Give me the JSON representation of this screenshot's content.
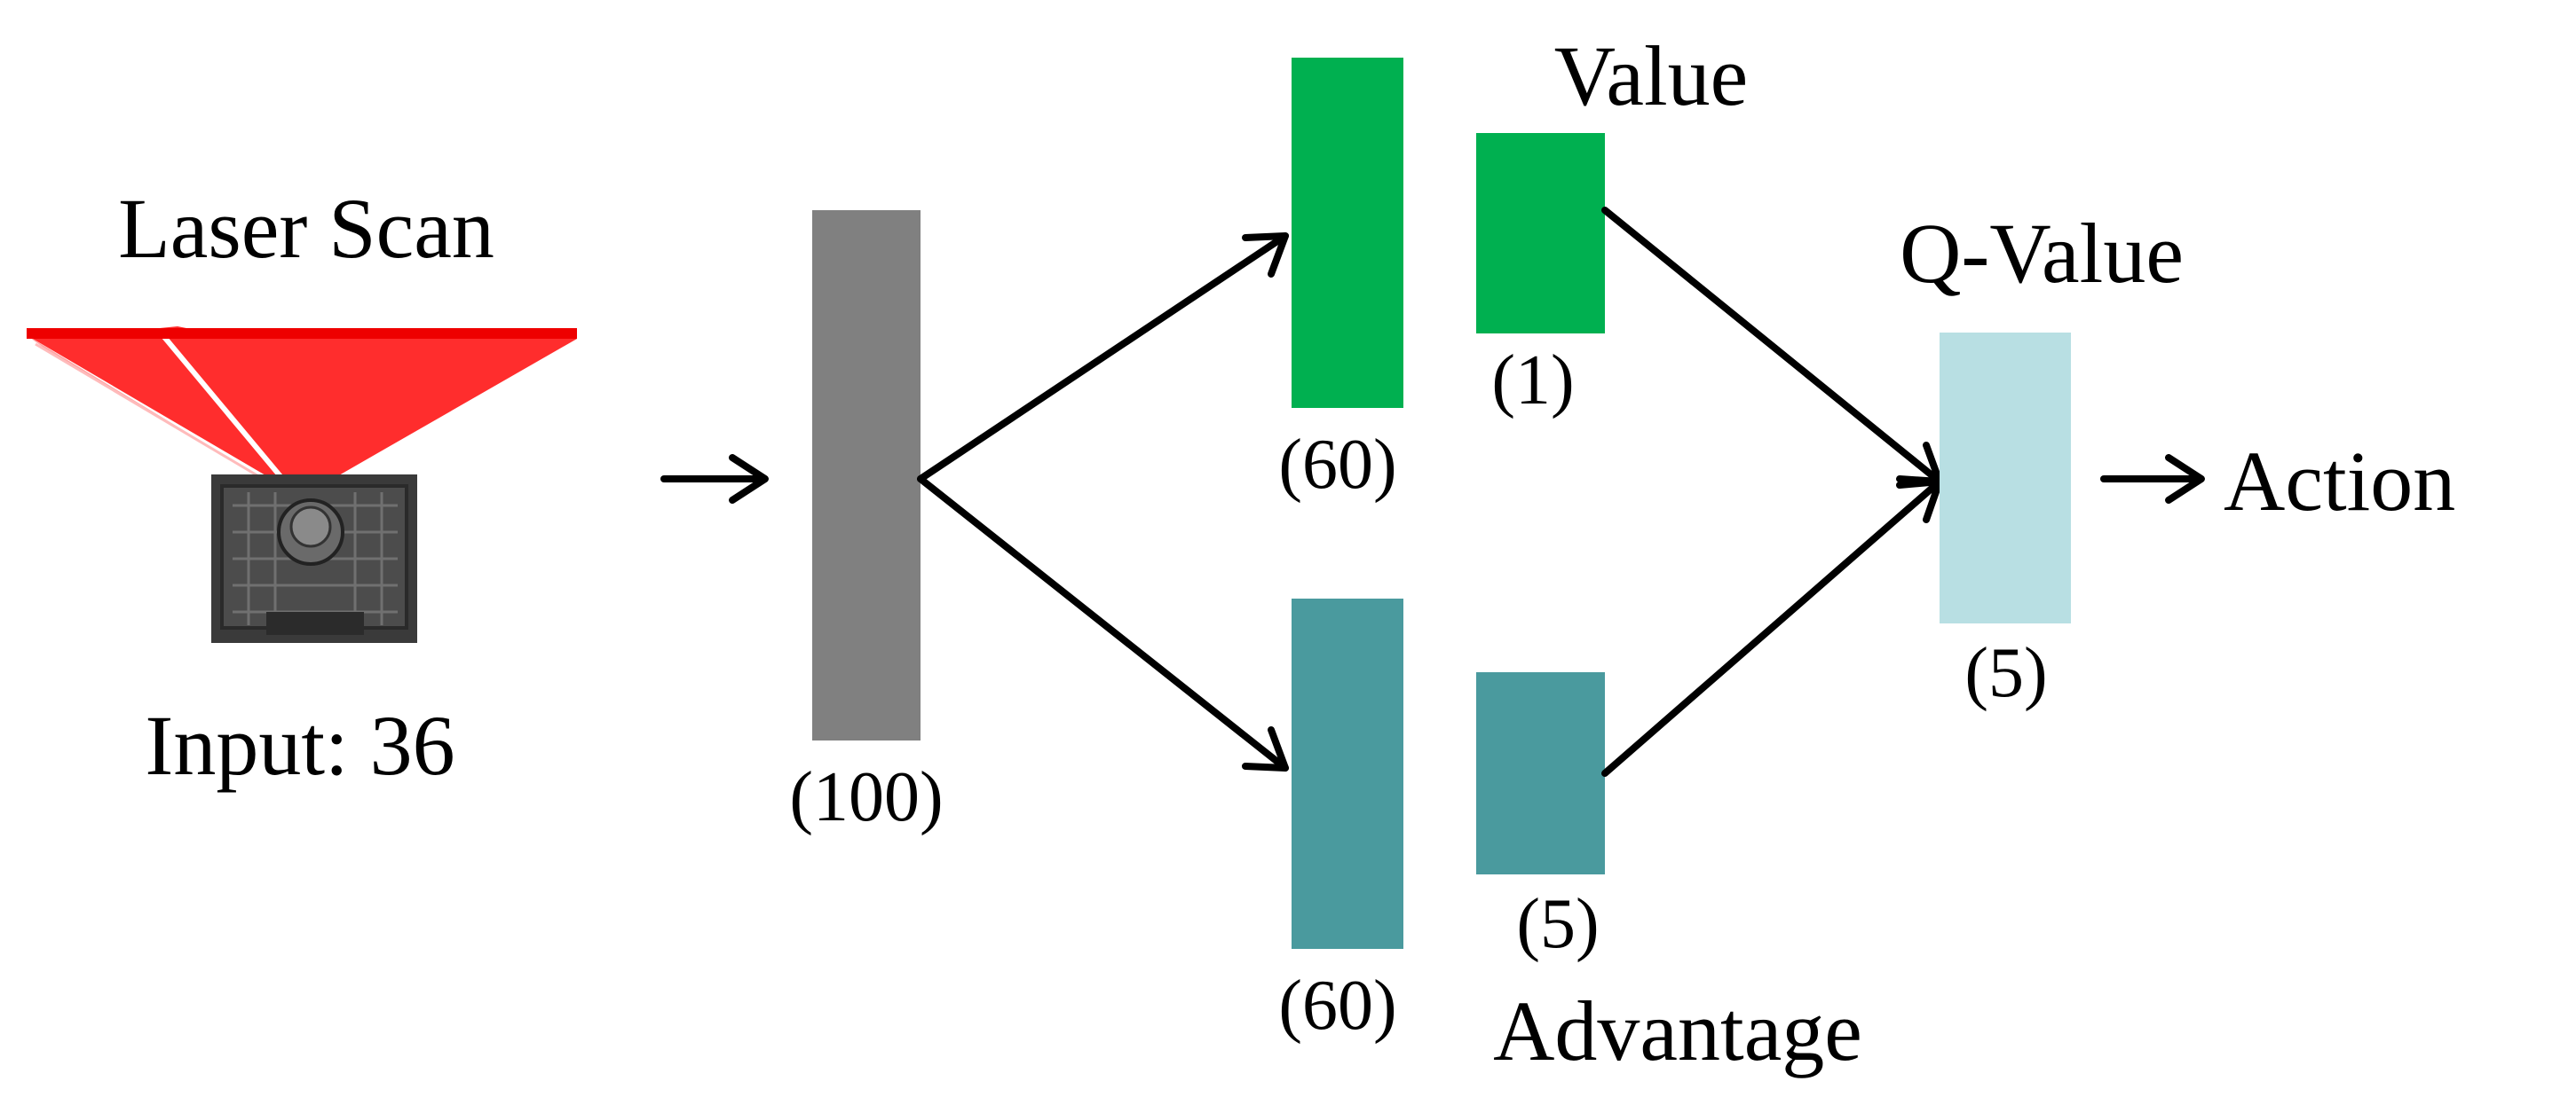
{
  "input": {
    "title": "Laser Scan",
    "caption": "Input: 36"
  },
  "layers": {
    "hidden": {
      "size_label": "(100)",
      "color": "#808080"
    },
    "value_stream": {
      "hidden_size_label": "(60)",
      "out_size_label": "(1)",
      "name": "Value",
      "color": "#00b050"
    },
    "advantage_stream": {
      "hidden_size_label": "(60)",
      "out_size_label": "(5)",
      "name": "Advantage",
      "color": "#4a9a9e"
    },
    "q_value": {
      "name": "Q-Value",
      "size_label": "(5)",
      "color": "#b8dfe3"
    }
  },
  "output": {
    "label": "Action"
  },
  "icons": {
    "laser_fan": "laser-scan-fan-icon",
    "robot": "robot-icon"
  },
  "colors": {
    "laser": "#ff0000",
    "arrow": "#000000"
  }
}
